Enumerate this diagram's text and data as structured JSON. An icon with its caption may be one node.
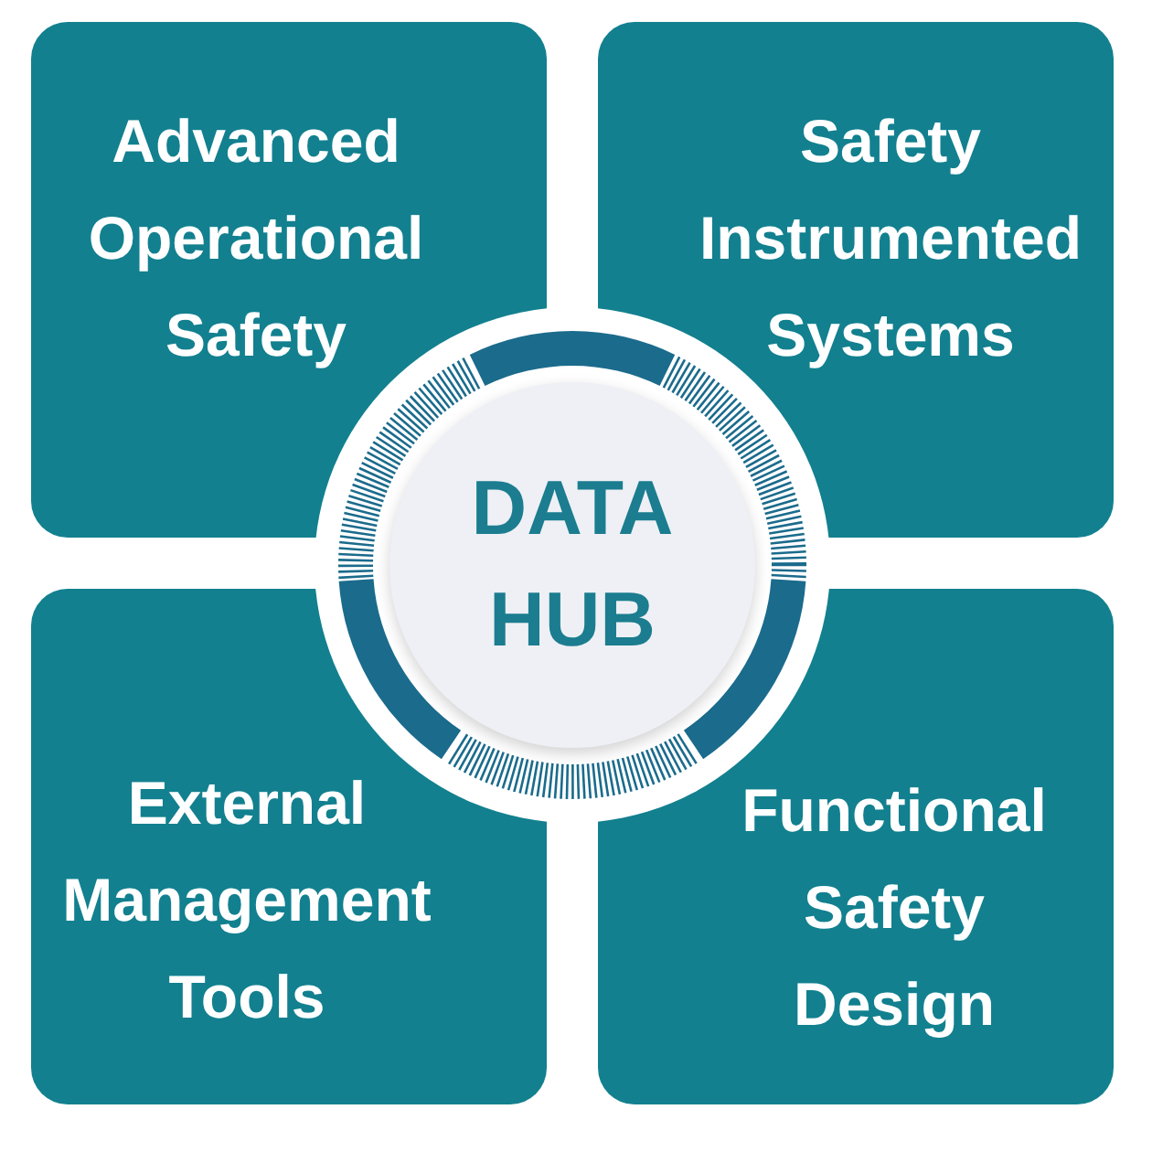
{
  "diagram": {
    "nodes": [
      {
        "text": [
          "Advanced Operational Safety"
        ]
      },
      {
        "text": [
          "Safety Instrumented Systems"
        ]
      },
      {
        "text": [
          "DATA HUB"
        ]
      },
      {
        "text": [
          "External Management Tools"
        ]
      },
      {
        "text": [
          "Functional Safety Design"
        ]
      }
    ]
  }
}
